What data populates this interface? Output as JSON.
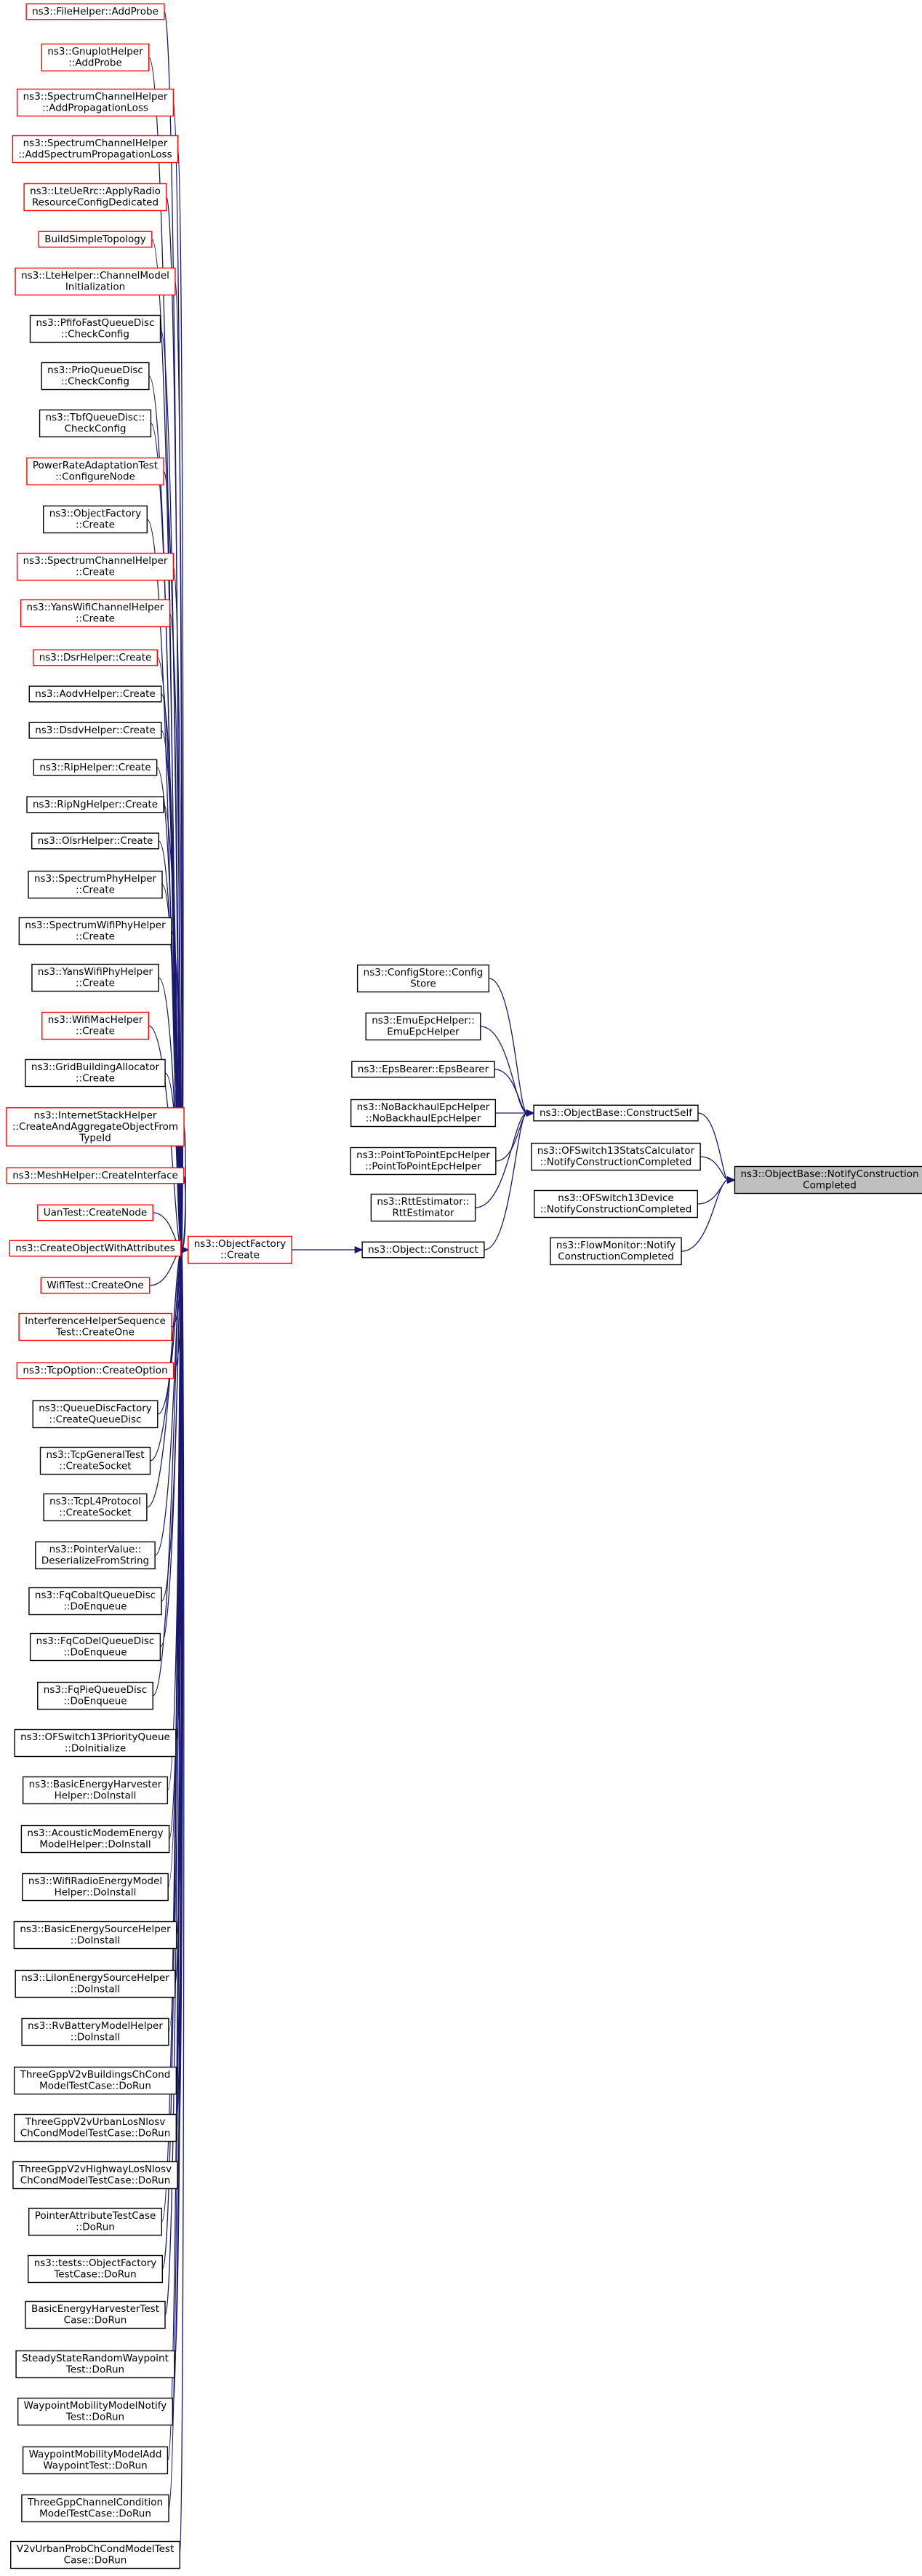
{
  "colors": {
    "edge": "#191970",
    "link_border": "#ff0000",
    "plain_border": "#000000",
    "current_fill": "#bfbfbf"
  },
  "nodes": [
    {
      "id": "n0",
      "lines": [
        "ns3::FileHelper::AddProbe"
      ],
      "kind": "red"
    },
    {
      "id": "n1",
      "lines": [
        "ns3::GnuplotHelper",
        "::AddProbe"
      ],
      "kind": "red"
    },
    {
      "id": "n2",
      "lines": [
        "ns3::SpectrumChannelHelper",
        "::AddPropagationLoss"
      ],
      "kind": "red"
    },
    {
      "id": "n3",
      "lines": [
        "ns3::SpectrumChannelHelper",
        "::AddSpectrumPropagationLoss"
      ],
      "kind": "red"
    },
    {
      "id": "n4",
      "lines": [
        "ns3::LteUeRrc::ApplyRadio",
        "ResourceConfigDedicated"
      ],
      "kind": "red"
    },
    {
      "id": "n5",
      "lines": [
        "BuildSimpleTopology"
      ],
      "kind": "red"
    },
    {
      "id": "n6",
      "lines": [
        "ns3::LteHelper::ChannelModel",
        "Initialization"
      ],
      "kind": "red"
    },
    {
      "id": "n7",
      "lines": [
        "ns3::PfifoFastQueueDisc",
        "::CheckConfig"
      ],
      "kind": "black"
    },
    {
      "id": "n8",
      "lines": [
        "ns3::PrioQueueDisc",
        "::CheckConfig"
      ],
      "kind": "black"
    },
    {
      "id": "n9",
      "lines": [
        "ns3::TbfQueueDisc::",
        "CheckConfig"
      ],
      "kind": "black"
    },
    {
      "id": "n10",
      "lines": [
        "PowerRateAdaptationTest",
        "::ConfigureNode"
      ],
      "kind": "red"
    },
    {
      "id": "n11",
      "lines": [
        "ns3::ObjectFactory",
        "::Create"
      ],
      "kind": "black"
    },
    {
      "id": "n12",
      "lines": [
        "ns3::SpectrumChannelHelper",
        "::Create"
      ],
      "kind": "red"
    },
    {
      "id": "n13",
      "lines": [
        "ns3::YansWifiChannelHelper",
        "::Create"
      ],
      "kind": "red"
    },
    {
      "id": "n14",
      "lines": [
        "ns3::DsrHelper::Create"
      ],
      "kind": "red"
    },
    {
      "id": "n15",
      "lines": [
        "ns3::AodvHelper::Create"
      ],
      "kind": "black"
    },
    {
      "id": "n16",
      "lines": [
        "ns3::DsdvHelper::Create"
      ],
      "kind": "black"
    },
    {
      "id": "n17",
      "lines": [
        "ns3::RipHelper::Create"
      ],
      "kind": "black"
    },
    {
      "id": "n18",
      "lines": [
        "ns3::RipNgHelper::Create"
      ],
      "kind": "black"
    },
    {
      "id": "n19",
      "lines": [
        "ns3::OlsrHelper::Create"
      ],
      "kind": "black"
    },
    {
      "id": "n20",
      "lines": [
        "ns3::SpectrumPhyHelper",
        "::Create"
      ],
      "kind": "black"
    },
    {
      "id": "n21",
      "lines": [
        "ns3::SpectrumWifiPhyHelper",
        "::Create"
      ],
      "kind": "black"
    },
    {
      "id": "n22",
      "lines": [
        "ns3::YansWifiPhyHelper",
        "::Create"
      ],
      "kind": "black"
    },
    {
      "id": "n23",
      "lines": [
        "ns3::WifiMacHelper",
        "::Create"
      ],
      "kind": "red"
    },
    {
      "id": "n24",
      "lines": [
        "ns3::GridBuildingAllocator",
        "::Create"
      ],
      "kind": "black"
    },
    {
      "id": "n25",
      "lines": [
        "ns3::InternetStackHelper",
        "::CreateAndAggregateObjectFrom",
        "TypeId"
      ],
      "kind": "red"
    },
    {
      "id": "n26",
      "lines": [
        "ns3::MeshHelper::CreateInterface"
      ],
      "kind": "red"
    },
    {
      "id": "n27",
      "lines": [
        "UanTest::CreateNode"
      ],
      "kind": "red"
    },
    {
      "id": "n28",
      "lines": [
        "ns3::CreateObjectWithAttributes"
      ],
      "kind": "red"
    },
    {
      "id": "n29",
      "lines": [
        "WifiTest::CreateOne"
      ],
      "kind": "red"
    },
    {
      "id": "n30",
      "lines": [
        "InterferenceHelperSequence",
        "Test::CreateOne"
      ],
      "kind": "red"
    },
    {
      "id": "n31",
      "lines": [
        "ns3::TcpOption::CreateOption"
      ],
      "kind": "red"
    },
    {
      "id": "n32",
      "lines": [
        "ns3::QueueDiscFactory",
        "::CreateQueueDisc"
      ],
      "kind": "black"
    },
    {
      "id": "n33",
      "lines": [
        "ns3::TcpGeneralTest",
        "::CreateSocket"
      ],
      "kind": "black"
    },
    {
      "id": "n34",
      "lines": [
        "ns3::TcpL4Protocol",
        "::CreateSocket"
      ],
      "kind": "black"
    },
    {
      "id": "n35",
      "lines": [
        "ns3::PointerValue::",
        "DeserializeFromString"
      ],
      "kind": "black"
    },
    {
      "id": "n36",
      "lines": [
        "ns3::FqCobaltQueueDisc",
        "::DoEnqueue"
      ],
      "kind": "black"
    },
    {
      "id": "n37",
      "lines": [
        "ns3::FqCoDelQueueDisc",
        "::DoEnqueue"
      ],
      "kind": "black"
    },
    {
      "id": "n38",
      "lines": [
        "ns3::FqPieQueueDisc",
        "::DoEnqueue"
      ],
      "kind": "black"
    },
    {
      "id": "n39",
      "lines": [
        "ns3::OFSwitch13PriorityQueue",
        "::DoInitialize"
      ],
      "kind": "black"
    },
    {
      "id": "n40",
      "lines": [
        "ns3::BasicEnergyHarvester",
        "Helper::DoInstall"
      ],
      "kind": "black"
    },
    {
      "id": "n41",
      "lines": [
        "ns3::AcousticModemEnergy",
        "ModelHelper::DoInstall"
      ],
      "kind": "black"
    },
    {
      "id": "n42",
      "lines": [
        "ns3::WifiRadioEnergyModel",
        "Helper::DoInstall"
      ],
      "kind": "black"
    },
    {
      "id": "n43",
      "lines": [
        "ns3::BasicEnergySourceHelper",
        "::DoInstall"
      ],
      "kind": "black"
    },
    {
      "id": "n44",
      "lines": [
        "ns3::LiIonEnergySourceHelper",
        "::DoInstall"
      ],
      "kind": "black"
    },
    {
      "id": "n45",
      "lines": [
        "ns3::RvBatteryModelHelper",
        "::DoInstall"
      ],
      "kind": "black"
    },
    {
      "id": "n46",
      "lines": [
        "ThreeGppV2vBuildingsChCond",
        "ModelTestCase::DoRun"
      ],
      "kind": "black"
    },
    {
      "id": "n47",
      "lines": [
        "ThreeGppV2vUrbanLosNlosv",
        "ChCondModelTestCase::DoRun"
      ],
      "kind": "black"
    },
    {
      "id": "n48",
      "lines": [
        "ThreeGppV2vHighwayLosNlosv",
        "ChCondModelTestCase::DoRun"
      ],
      "kind": "black"
    },
    {
      "id": "n49",
      "lines": [
        "PointerAttributeTestCase",
        "::DoRun"
      ],
      "kind": "black"
    },
    {
      "id": "n50",
      "lines": [
        "ns3::tests::ObjectFactory",
        "TestCase::DoRun"
      ],
      "kind": "black"
    },
    {
      "id": "n51",
      "lines": [
        "BasicEnergyHarvesterTest",
        "Case::DoRun"
      ],
      "kind": "black"
    },
    {
      "id": "n52",
      "lines": [
        "SteadyStateRandomWaypoint",
        "Test::DoRun"
      ],
      "kind": "black"
    },
    {
      "id": "n53",
      "lines": [
        "WaypointMobilityModelNotify",
        "Test::DoRun"
      ],
      "kind": "black"
    },
    {
      "id": "n54",
      "lines": [
        "WaypointMobilityModelAdd",
        "WaypointTest::DoRun"
      ],
      "kind": "black"
    },
    {
      "id": "n55",
      "lines": [
        "ThreeGppChannelCondition",
        "ModelTestCase::DoRun"
      ],
      "kind": "black"
    },
    {
      "id": "n56",
      "lines": [
        "V2vUrbanProbChCondModelTest",
        "Case::DoRun"
      ],
      "kind": "black"
    },
    {
      "id": "factory",
      "lines": [
        "ns3::ObjectFactory",
        "::Create"
      ],
      "kind": "red"
    },
    {
      "id": "construct",
      "lines": [
        "ns3::Object::Construct"
      ],
      "kind": "black"
    },
    {
      "id": "configstore",
      "lines": [
        "ns3::ConfigStore::Config",
        "Store"
      ],
      "kind": "black"
    },
    {
      "id": "emu",
      "lines": [
        "ns3::EmuEpcHelper::",
        "EmuEpcHelper"
      ],
      "kind": "black"
    },
    {
      "id": "epsbearer",
      "lines": [
        "ns3::EpsBearer::EpsBearer"
      ],
      "kind": "black"
    },
    {
      "id": "nobackhaul",
      "lines": [
        "ns3::NoBackhaulEpcHelper",
        "::NoBackhaulEpcHelper"
      ],
      "kind": "black"
    },
    {
      "id": "p2p",
      "lines": [
        "ns3::PointToPointEpcHelper",
        "::PointToPointEpcHelper"
      ],
      "kind": "black"
    },
    {
      "id": "rtt",
      "lines": [
        "ns3::RttEstimator::",
        "RttEstimator"
      ],
      "kind": "black"
    },
    {
      "id": "constructself",
      "lines": [
        "ns3::ObjectBase::ConstructSelf"
      ],
      "kind": "black"
    },
    {
      "id": "ofstats",
      "lines": [
        "ns3::OFSwitch13StatsCalculator",
        "::NotifyConstructionCompleted"
      ],
      "kind": "black"
    },
    {
      "id": "ofdevice",
      "lines": [
        "ns3::OFSwitch13Device",
        "::NotifyConstructionCompleted"
      ],
      "kind": "black"
    },
    {
      "id": "flowmon",
      "lines": [
        "ns3::FlowMonitor::Notify",
        "ConstructionCompleted"
      ],
      "kind": "black"
    },
    {
      "id": "target",
      "lines": [
        "ns3::ObjectBase::NotifyConstruction",
        "Completed"
      ],
      "kind": "current"
    }
  ]
}
